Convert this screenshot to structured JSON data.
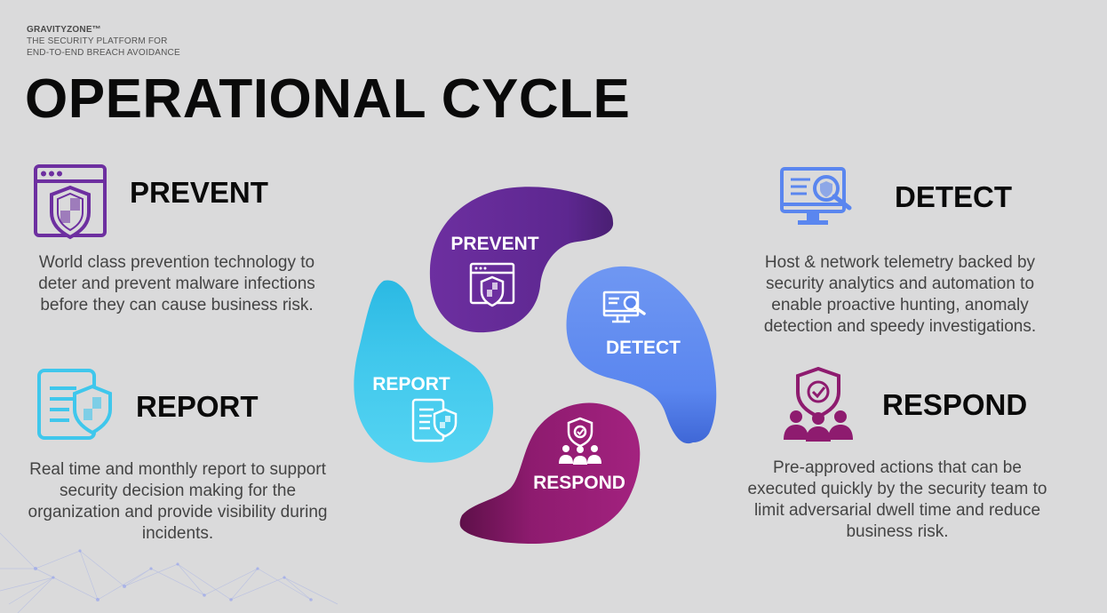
{
  "brand": {
    "name": "GRAVITYZONE™",
    "line1": "THE SECURITY PLATFORM FOR",
    "line2": "END-TO-END BREACH AVOIDANCE"
  },
  "title": "OPERATIONAL CYCLE",
  "colors": {
    "prevent": "#6d2fa0",
    "detect": "#5a86ef",
    "report": "#3fc7ec",
    "respond": "#8e1b6f"
  },
  "phases": {
    "prevent": {
      "heading": "PREVENT",
      "description": "World class prevention technology to deter and prevent malware infections before they can cause business risk.",
      "icon": "browser-shield-icon"
    },
    "detect": {
      "heading": "DETECT",
      "description": "Host & network telemetry backed by security analytics and automation to enable proactive hunting, anomaly detection and speedy investigations.",
      "icon": "monitor-magnifier-icon"
    },
    "report": {
      "heading": "REPORT",
      "description": "Real time and monthly report to support security decision making for the organization and provide visibility during incidents.",
      "icon": "document-shield-icon"
    },
    "respond": {
      "heading": "RESPOND",
      "description": "Pre-approved actions that can be executed quickly by the security team to limit adversarial dwell time and reduce business risk.",
      "icon": "team-shield-icon"
    }
  },
  "cycle": {
    "prevent_label": "PREVENT",
    "detect_label": "DETECT",
    "report_label": "REPORT",
    "respond_label": "RESPOND"
  }
}
